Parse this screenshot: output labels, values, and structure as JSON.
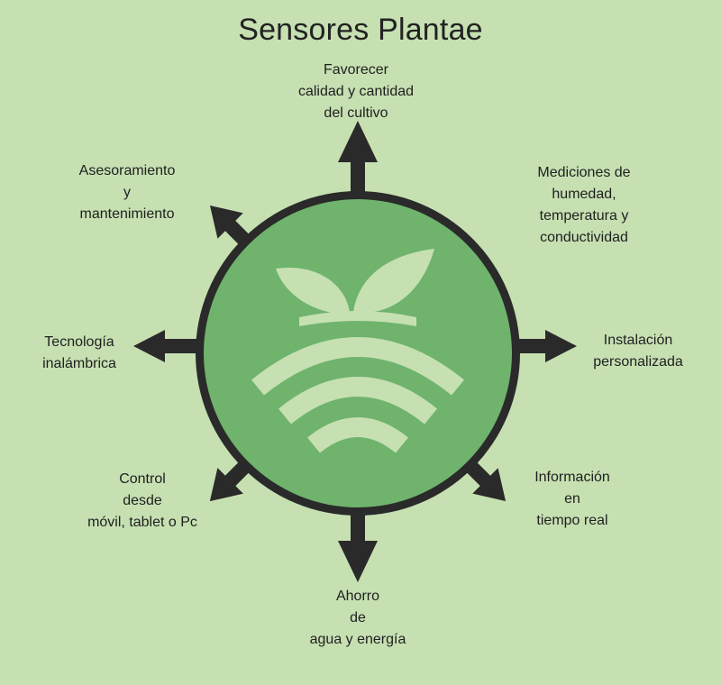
{
  "title": "Sensores Plantae",
  "colors": {
    "background": "#c6e0b2",
    "hub_fill": "#6fb36d",
    "hub_ring": "#2a2a2a",
    "arrow": "#2a2a2a",
    "icon": "#c6e0b2"
  },
  "icon": "plant-wifi-icon",
  "benefits": {
    "top": [
      "Favorecer",
      "calidad y cantidad",
      "del cultivo"
    ],
    "top_right": [
      "Mediciones de",
      "humedad,",
      "temperatura y",
      "conductividad"
    ],
    "right": [
      "Instalación",
      "personalizada"
    ],
    "bottom_right": [
      "Información",
      "en",
      "tiempo real"
    ],
    "bottom": [
      "Ahorro",
      "de",
      "agua y energía"
    ],
    "bottom_left": [
      "Control",
      "desde",
      "móvil, tablet o Pc"
    ],
    "left": [
      "Tecnología",
      "inalámbrica"
    ],
    "top_left": [
      "Asesoramiento",
      "y",
      "mantenimiento"
    ]
  }
}
